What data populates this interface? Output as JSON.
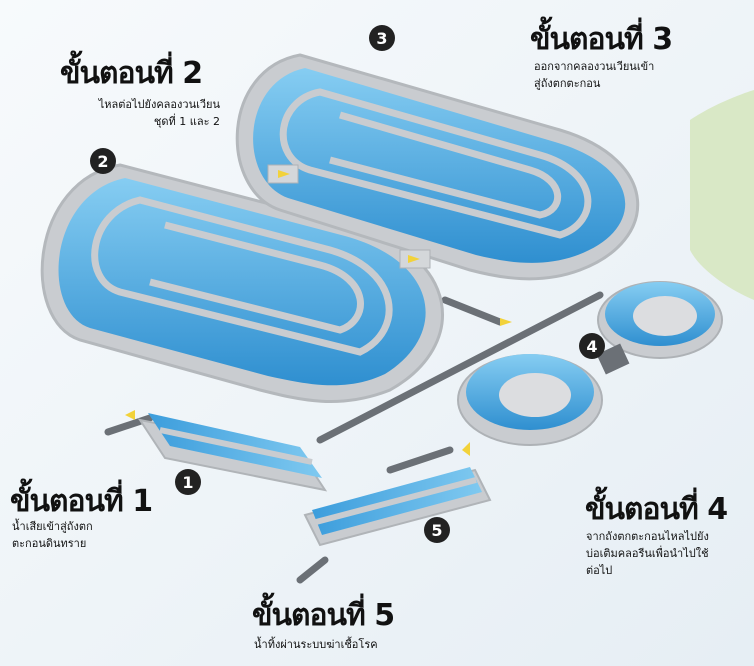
{
  "steps": [
    {
      "marker": "1",
      "title": "ขั้นตอนที่ 1",
      "desc": [
        "น้ำเสียเข้าสู่ถังตก",
        "ตะกอนดินทราย"
      ]
    },
    {
      "marker": "2",
      "title": "ขั้นตอนที่ 2",
      "desc": [
        "ไหลต่อไปยังคลองวนเวียน",
        "ชุดที่ 1 และ 2"
      ]
    },
    {
      "marker": "3",
      "title": "ขั้นตอนที่ 3",
      "desc": [
        "ออกจากคลองวนเวียนเข้า",
        "สู่ถังตกตะกอน"
      ]
    },
    {
      "marker": "4",
      "title": "ขั้นตอนที่ 4",
      "desc": [
        "จากถังตกตะกอนไหลไปยัง",
        "บ่อเติมคลอรีนเพื่อนำไปใช้",
        "ต่อไป"
      ]
    },
    {
      "marker": "5",
      "title": "ขั้นตอนที่ 5",
      "desc": [
        "น้ำทิ้งผ่านระบบฆ่าเชื้อโรค"
      ]
    }
  ],
  "colors": {
    "water": "#5ab4e8",
    "water_dark": "#2f8fd0",
    "concrete": "#c9ccd0",
    "pipe": "#6b7076",
    "accent_green": "#cfe3b8",
    "arrow": "#f2d23a"
  }
}
